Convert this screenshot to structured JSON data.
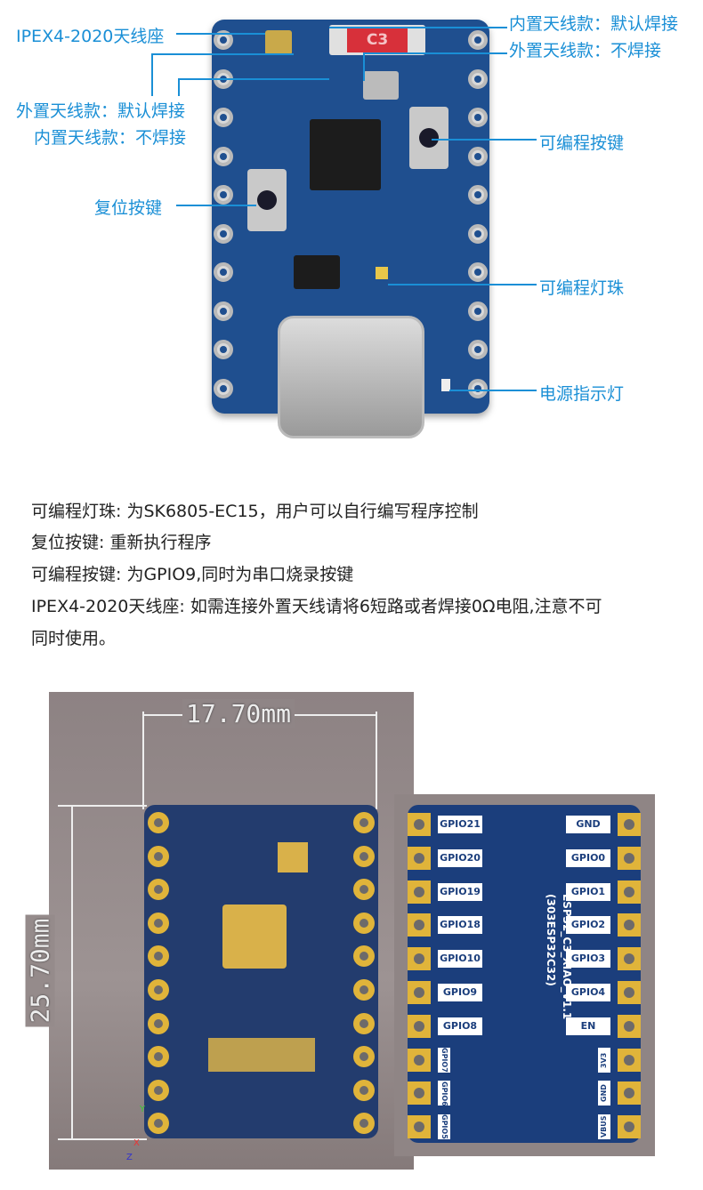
{
  "callouts": {
    "ipex": "IPEX4-2020天线座",
    "internal_default": "内置天线款：默认焊接",
    "external_not": "外置天线款：不焊接",
    "external_default": "外置天线款：默认焊接",
    "internal_not": "内置天线款：不焊接",
    "prog_button": "可编程按键",
    "reset_button": "复位按键",
    "prog_led": "可编程灯珠",
    "power_led": "电源指示灯"
  },
  "board_marking": "C3",
  "description": [
    "可编程灯珠: 为SK6805-EC15，用户可以自行编写程序控制",
    "复位按键: 重新执行程序",
    "可编程按键: 为GPIO9,同时为串口烧录按键",
    "IPEX4-2020天线座: 如需连接外置天线请将6短路或者焊接0Ω电阻,注意不可",
    "同时使用。"
  ],
  "dimensions": {
    "width": "17.70mm",
    "height": "25.70mm"
  },
  "pinout": {
    "title": "ESP32_C3_XIAO_V1.1",
    "subtitle": "(303ESP32C32)",
    "left": [
      "GPIO21",
      "GPIO20",
      "GPIO19",
      "GPIO18",
      "GPIO10",
      "GPIO9",
      "GPIO8"
    ],
    "left_small": [
      "GPIO7",
      "GPIO6",
      "GPIO5"
    ],
    "right": [
      "GND",
      "GPIO0",
      "GPIO1",
      "GPIO2",
      "GPIO3",
      "GPIO4",
      "EN"
    ],
    "right_small": [
      "3V3",
      "GND",
      "VBUS"
    ]
  },
  "axes": {
    "x": "X",
    "y": "Y",
    "z": "Z"
  }
}
